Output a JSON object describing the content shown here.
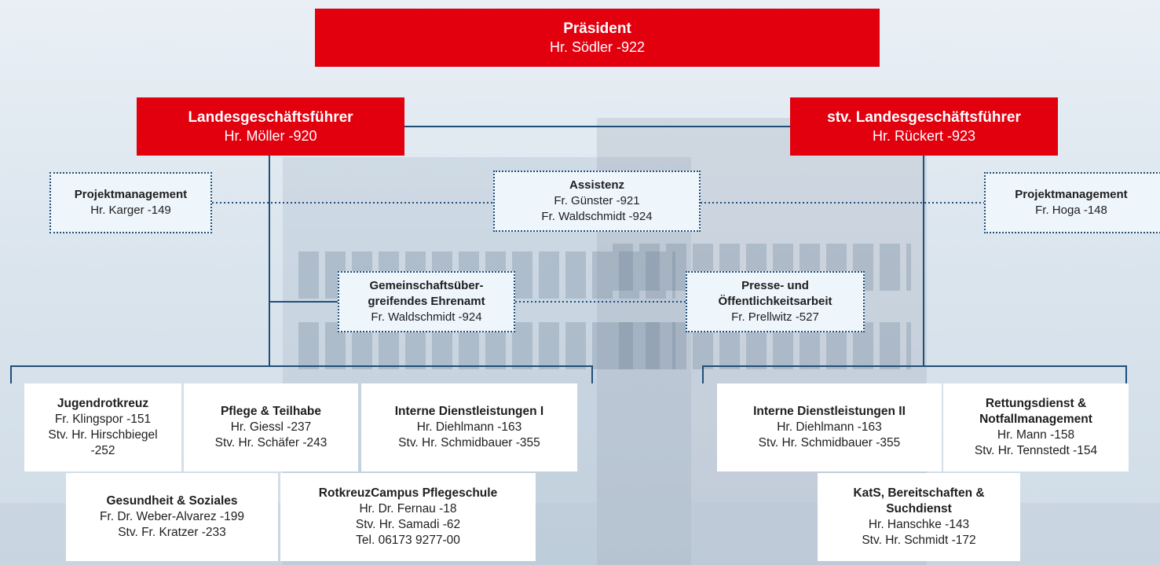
{
  "top": {
    "president": {
      "title": "Präsident",
      "lines": [
        "Hr. Södler -922"
      ]
    },
    "managing_director": {
      "title": "Landesgeschäftsführer",
      "lines": [
        "Hr. Möller -920"
      ]
    },
    "deputy_managing_director": {
      "title": "stv. Landesgeschäftsführer",
      "lines": [
        "Hr. Rückert -923"
      ]
    }
  },
  "staff": {
    "project_mgmt_left": {
      "title": "Projektmanagement",
      "lines": [
        "Hr. Karger -149"
      ]
    },
    "assistance": {
      "title": "Assistenz",
      "lines": [
        "Fr. Günster -921",
        "Fr. Waldschmidt -924"
      ]
    },
    "project_mgmt_right": {
      "title": "Projektmanagement",
      "lines": [
        "Fr. Hoga -148"
      ]
    },
    "volunteering": {
      "title_lines": [
        "Gemeinschaftsüber-",
        "greifendes Ehrenamt"
      ],
      "lines": [
        "Fr. Waldschmidt -924"
      ]
    },
    "press": {
      "title_lines": [
        "Presse- und",
        "Öffentlichkeitsarbeit"
      ],
      "lines": [
        "Fr. Prellwitz -527"
      ]
    }
  },
  "departments": {
    "youth_red_cross": {
      "title": "Jugendrotkreuz",
      "lines": [
        "Fr. Klingspor -151",
        "Stv. Hr. Hirschbiegel",
        "-252"
      ]
    },
    "care": {
      "title": "Pflege & Teilhabe",
      "lines": [
        "Hr. Giessl -237",
        "Stv. Hr. Schäfer -243"
      ]
    },
    "internal_services_1": {
      "title": "Interne Dienstleistungen I",
      "lines": [
        "Hr. Diehlmann -163",
        "Stv. Hr. Schmidbauer -355"
      ]
    },
    "health": {
      "title": "Gesundheit & Soziales",
      "lines": [
        "Fr. Dr. Weber-Alvarez -199",
        "Stv. Fr. Kratzer -233"
      ]
    },
    "nursing_school": {
      "title": "RotkreuzCampus Pflegeschule",
      "lines": [
        "Hr. Dr. Fernau -18",
        "Stv. Hr. Samadi -62",
        "Tel. 06173 9277-00"
      ]
    },
    "internal_services_2": {
      "title": "Interne Dienstleistungen II",
      "lines": [
        "Hr. Diehlmann -163",
        "Stv. Hr. Schmidbauer -355"
      ]
    },
    "rescue": {
      "title_lines": [
        "Rettungsdienst &",
        "Notfallmanagement"
      ],
      "lines": [
        "Hr. Mann -158",
        "Stv. Hr. Tennstedt -154"
      ]
    },
    "disaster": {
      "title_lines": [
        "KatS, Bereitschaften &",
        "Suchdienst"
      ],
      "lines": [
        "Hr. Hanschke -143",
        "Stv. Hr. Schmidt -172"
      ]
    }
  },
  "colors": {
    "red": "#e2000f",
    "line": "#1f4e79",
    "staff_fill": "#eef5fb",
    "dept_fill": "#ffffff"
  }
}
